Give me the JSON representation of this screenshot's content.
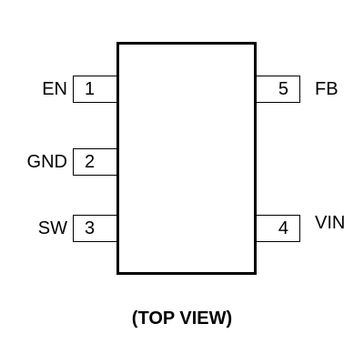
{
  "pins": {
    "en": {
      "number": "1",
      "name": "EN"
    },
    "gnd": {
      "number": "2",
      "name": "GND"
    },
    "sw": {
      "number": "3",
      "name": "SW"
    },
    "vin": {
      "number": "4",
      "name": "VIN"
    },
    "fb": {
      "number": "5",
      "name": "FB"
    }
  },
  "caption": "(TOP VIEW)"
}
